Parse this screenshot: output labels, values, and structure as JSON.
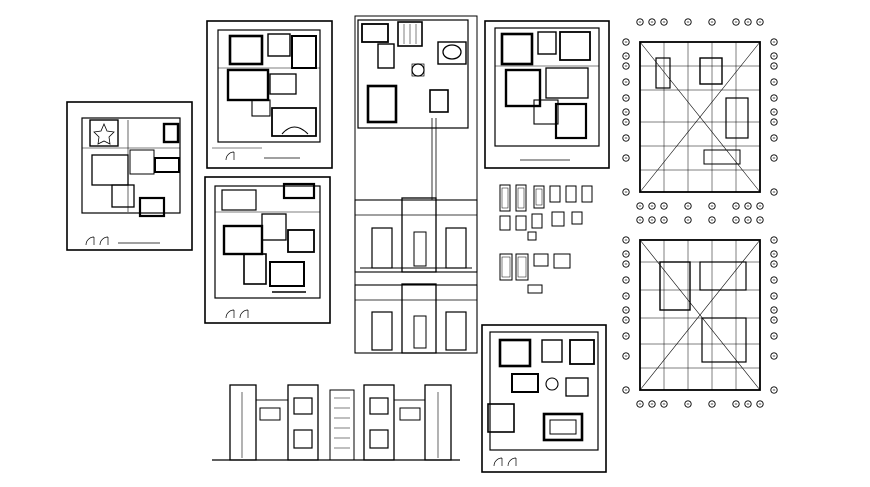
{
  "drawing": {
    "background": "#ffffff",
    "line_color": "#000000",
    "panels": [
      {
        "id": "plan-a",
        "kind": "floor-plan"
      },
      {
        "id": "plan-b",
        "kind": "floor-plan"
      },
      {
        "id": "plan-c",
        "kind": "floor-plan"
      },
      {
        "id": "plan-d",
        "kind": "floor-plan"
      },
      {
        "id": "plan-e",
        "kind": "floor-plan"
      },
      {
        "id": "plan-f",
        "kind": "floor-plan"
      },
      {
        "id": "elevation-upper",
        "kind": "elevation"
      },
      {
        "id": "elevation-lower",
        "kind": "elevation"
      },
      {
        "id": "front-elevation",
        "kind": "elevation"
      },
      {
        "id": "door-window-details",
        "kind": "detail-schedule"
      },
      {
        "id": "grid-plan-upper",
        "kind": "column-grid-plan"
      },
      {
        "id": "grid-plan-lower",
        "kind": "column-grid-plan"
      }
    ]
  }
}
